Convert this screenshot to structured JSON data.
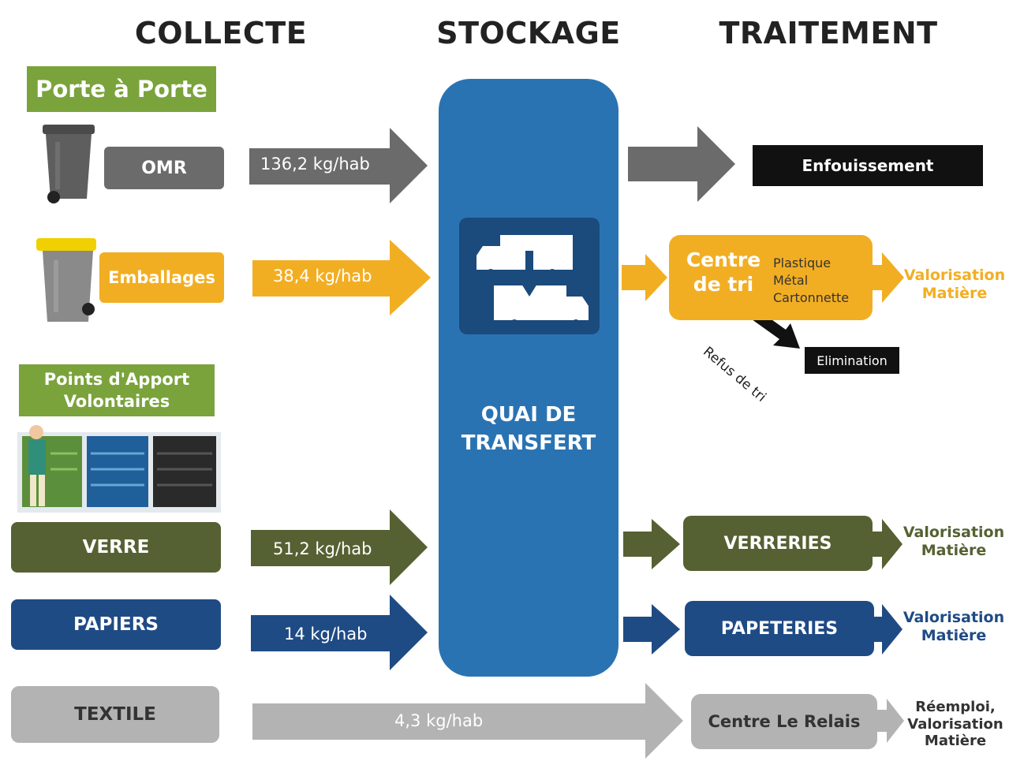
{
  "colors": {
    "grey": "#6b6b6b",
    "yellow": "#f2ae22",
    "green": "#556132",
    "blue": "#1f4b85",
    "lightgrey": "#b3b3b3",
    "black": "#111111",
    "quai": "#2a73b3",
    "header_green": "#7aa33c"
  },
  "headers": {
    "collecte": "COLLECTE",
    "stockage": "STOCKAGE",
    "traitement": "TRAITEMENT"
  },
  "collecte": {
    "porte_a_porte": "Porte à Porte",
    "points_apport": "Points d'Apport Volontaires",
    "omr": "OMR",
    "emballages": "Emballages",
    "verre": "VERRE",
    "papiers": "PAPIERS",
    "textile": "TEXTILE"
  },
  "flows": {
    "omr": "136,2 kg/hab",
    "emballages": "38,4 kg/hab",
    "verre": "51,2 kg/hab",
    "papiers": "14 kg/hab",
    "textile": "4,3 kg/hab"
  },
  "stockage": {
    "quai": "QUAI DE TRANSFERT"
  },
  "traitement": {
    "enfouissement": "Enfouissement",
    "centre_tri": "Centre de tri",
    "plastique": "Plastique",
    "metal": "Métal",
    "cartonnette": "Cartonnette",
    "refus": "Refus de tri",
    "elimination": "Elimination",
    "verreries": "VERRERIES",
    "papeteries": "PAPETERIES",
    "relais": "Centre Le Relais",
    "valorisation": "Valorisation Matière",
    "reemploi": "Réemploi, Valorisation Matière"
  }
}
